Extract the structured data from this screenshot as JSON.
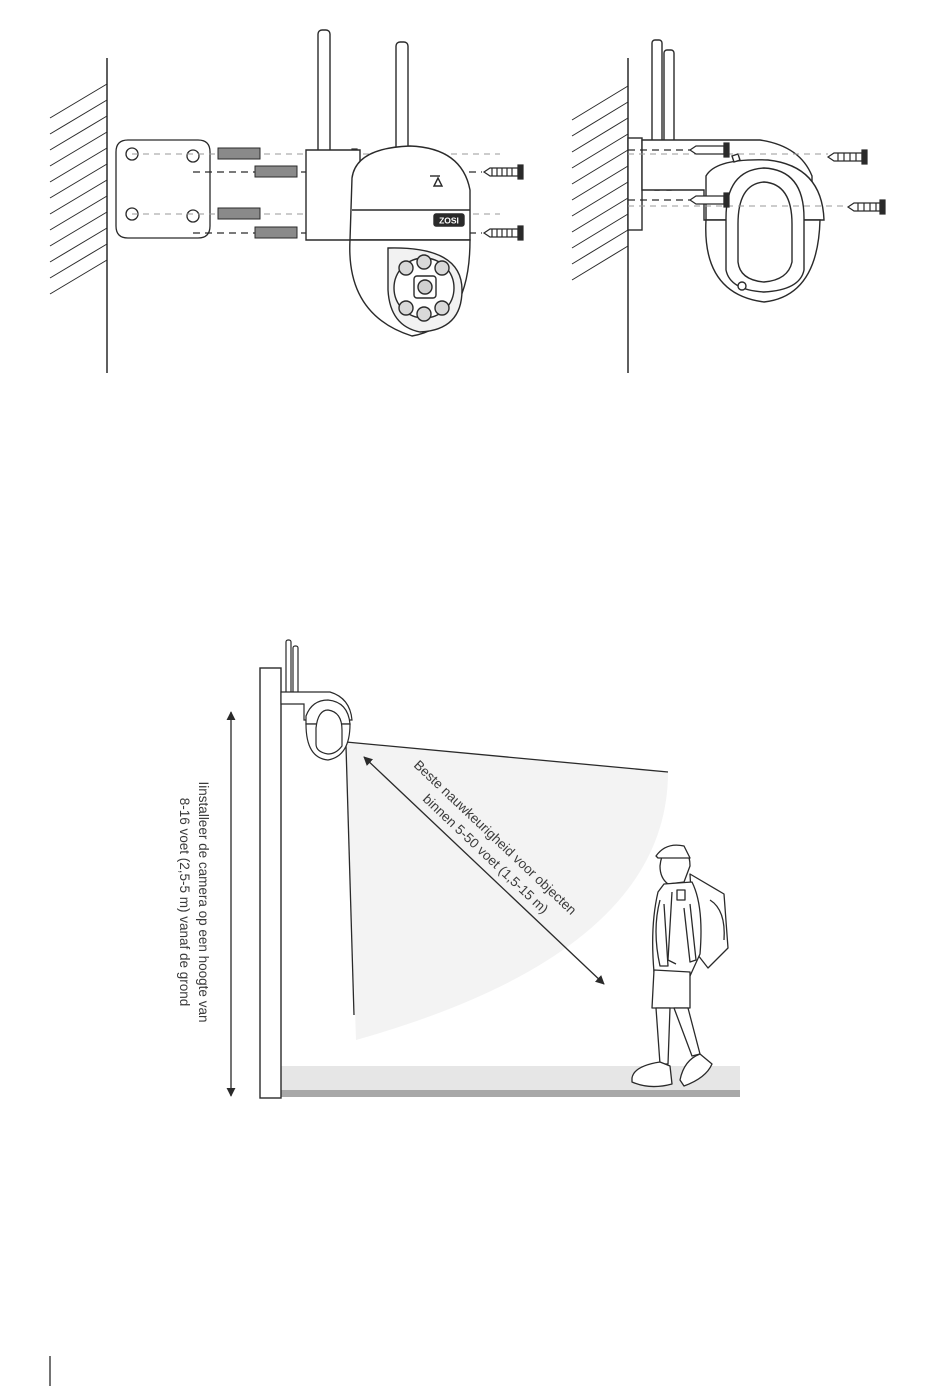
{
  "brand": {
    "logo_text": "ZOSI"
  },
  "labels": {
    "range_line1": "Beste nauwkeurigheid voor objecten",
    "range_line2": "binnen 5-50 voet (1,5-15 m)",
    "height_line1": "Iinstalleer de camera op een hoogte van",
    "height_line2": "8-16 voet (2,5-5 m) vanaf de grond"
  },
  "colors": {
    "line": "#2a2a2a",
    "cone": "#f3f3f3",
    "ground": "#e6e6e6",
    "ground_edge": "#a8a8a8",
    "anchor": "#8a8a8a",
    "camera_shade": "#d9d9d9"
  }
}
